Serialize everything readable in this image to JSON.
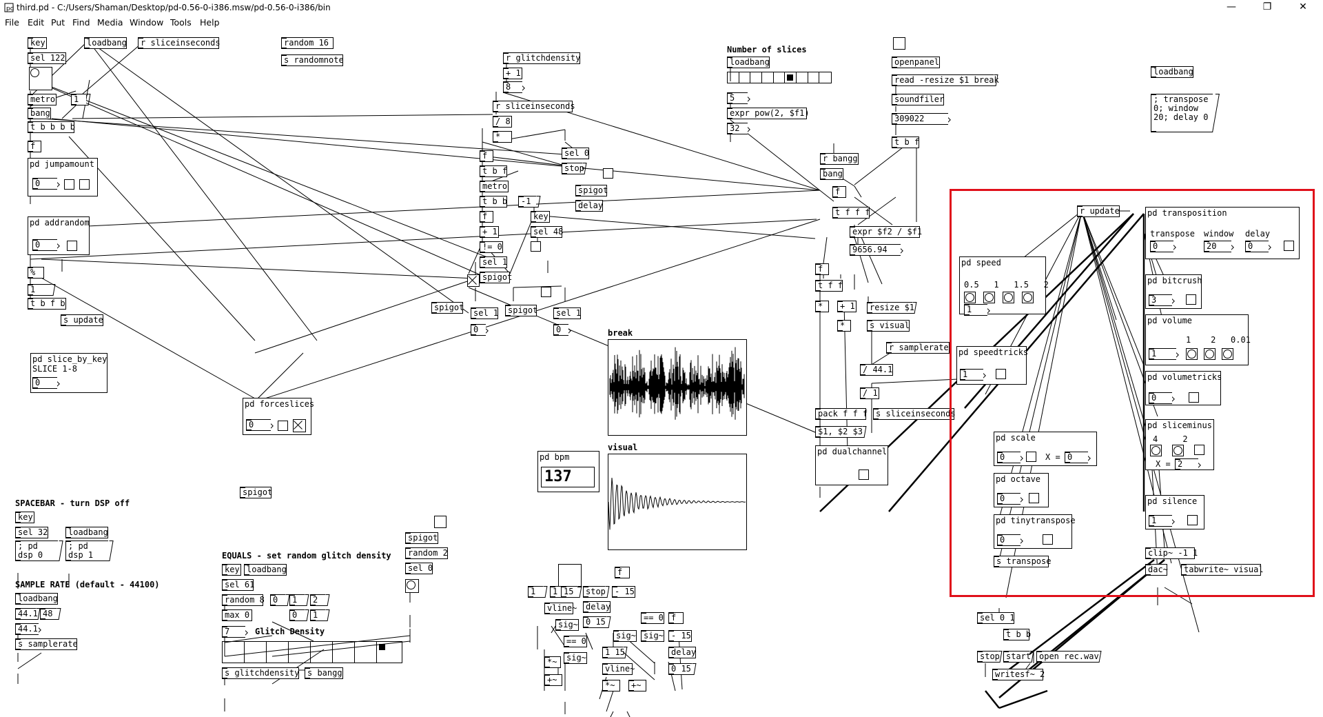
{
  "window": {
    "title": "third.pd  - C:/Users/Shaman/Desktop/pd-0.56-0-i386.msw/pd-0.56-0-i386/bin",
    "minimize": "—",
    "maximize": "❐",
    "close": "✕"
  },
  "menu": [
    "File",
    "Edit",
    "Put",
    "Find",
    "Media",
    "Window",
    "Tools",
    "Help"
  ],
  "labels": {
    "spacebar": "SPACEBAR - turn DSP off",
    "samplerate": "SAMPLE RATE (default - 44100)",
    "equals": "EQUALS - set random glitch density",
    "glitch_density": "Glitch Density",
    "num_slices": "Number of slices",
    "break_array": "break",
    "visual_array": "visual",
    "pd_bpm": "pd bpm",
    "bpm_value": "137",
    "slice_key": "SLICE 1-8",
    "transpose": "transpose",
    "window": "window",
    "delay": "delay",
    "speed_vals": "0.5   1   1.5   2",
    "volume_vals": "1    2   0.01",
    "sliceminus_vals": "4     2",
    "x_eq": "X =",
    "x_eq2": "X ="
  },
  "objects": [
    "key",
    "loadbang",
    "r sliceinseconds",
    "random 16",
    "s randomnote",
    "sel 122",
    "metro",
    "1",
    "bang",
    "t b b b b",
    "f",
    "pd jumpamount",
    "0",
    "pd addrandom",
    "0",
    "%",
    "1",
    "t b f b",
    "s update",
    "pd slice_by_key",
    "0",
    "pd forceslices",
    "0",
    "spigot",
    "r glitchdensity",
    "+ 1",
    "8",
    "r sliceinseconds",
    "/ 8",
    "*",
    "f",
    "t b f",
    "metro",
    "t b b",
    "-1",
    "f",
    "+ 1",
    "!= 0",
    "sel 1",
    "spigot",
    "sel 0",
    "stop",
    "spigot",
    "delay",
    "key",
    "sel 48",
    "spigot",
    "sel 1",
    "0",
    "spigot",
    "sel 1",
    "0",
    "loadbang",
    "5",
    "expr pow(2, $f1)",
    "32",
    "r bangg",
    "bang",
    "f",
    "t f f f",
    "expr $f2 / $f1",
    "9656.94",
    "openpanel",
    "read -resize $1 break",
    "soundfiler",
    "309022",
    "t b f",
    "loadbang",
    "; transpose 0; window 20; delay 0",
    "f",
    "t f f",
    "*",
    "+ 1",
    "*",
    "resize $1",
    "s visual",
    "r samplerate",
    "/ 44.1",
    "/ 1",
    "pack f f f",
    "s sliceinseconds",
    "$1, $2 $3",
    "pd dualchannel",
    "key",
    "sel 32",
    "loadbang",
    "; pd dsp 0",
    "; pd dsp 1",
    "loadbang",
    "44.1",
    "48",
    "44.1",
    "s samplerate",
    "key",
    "loadbang",
    "sel 61",
    "random 8",
    "0",
    "1",
    "2",
    "max 0",
    "0",
    "1",
    "7",
    "s glitchdensity",
    "s bangg",
    "spigot",
    "random 2",
    "sel 0",
    "f",
    "1",
    "1",
    "15",
    "vline~",
    "stop",
    "- 15",
    "delay",
    "sig~",
    "0 15",
    "== 0",
    "sig~",
    "== 0",
    "f",
    "sig~",
    "sig~",
    "- 15",
    "1 15",
    "delay",
    "*~",
    "vline~",
    "0 15",
    "+~",
    "*~",
    "+~",
    "r update",
    "pd transposition",
    "0",
    "20",
    "0",
    "pd speed",
    "1",
    "pd bitcrush",
    "3",
    "pd volume",
    "1",
    "pd speedtricks",
    "1",
    "pd volumetricks",
    "0",
    "pd sliceminus",
    "2",
    "pd scale",
    "0",
    "0",
    "pd octave",
    "0",
    "pd silence",
    "1",
    "pd tinytranspose",
    "0",
    "s transpose",
    "clip~ -1 1",
    "dac~",
    "tabwrite~ visual",
    "sel 0 1",
    "t b b",
    "stop",
    "start",
    "open rec.wav",
    "writesf~ 2"
  ],
  "highlight_color": "#e0101a"
}
